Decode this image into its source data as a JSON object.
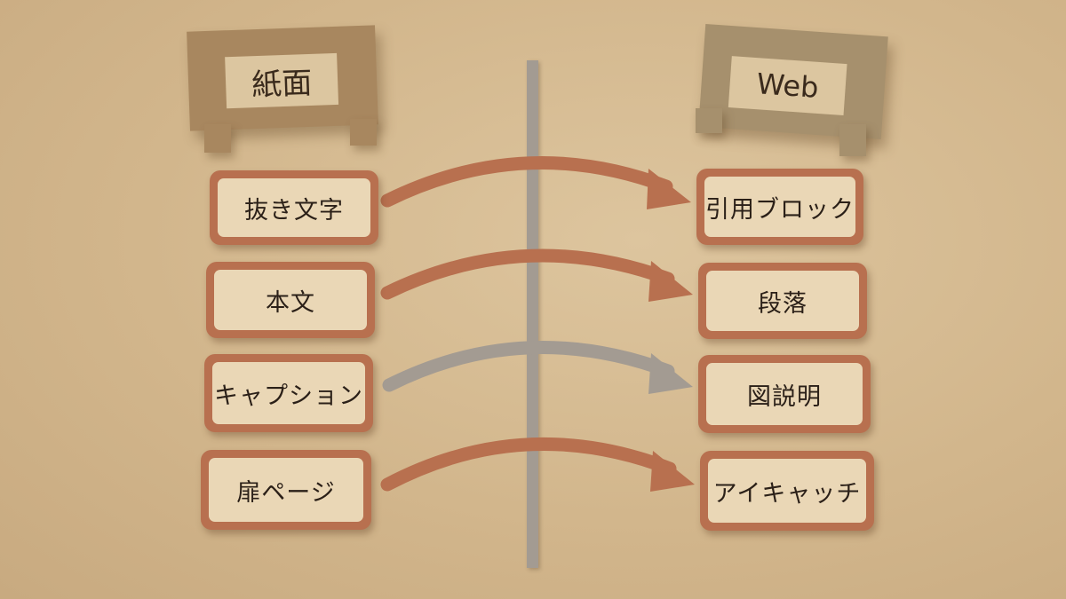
{
  "headers": {
    "left": "紙面",
    "right": "Web"
  },
  "rows": [
    {
      "print": "抜き文字",
      "web": "引用ブロック",
      "arrow_color": "#b8704f"
    },
    {
      "print": "本文",
      "web": "段落",
      "arrow_color": "#b8704f"
    },
    {
      "print": "キャプション",
      "web": "図説明",
      "arrow_color": "#a39b92"
    },
    {
      "print": "扉ページ",
      "web": "アイキャッチ",
      "arrow_color": "#b8704f"
    }
  ],
  "colors": {
    "frame": "#b8704f",
    "card": "#ead7b6",
    "divider": "#a39b92",
    "background": "#d2b68c"
  }
}
